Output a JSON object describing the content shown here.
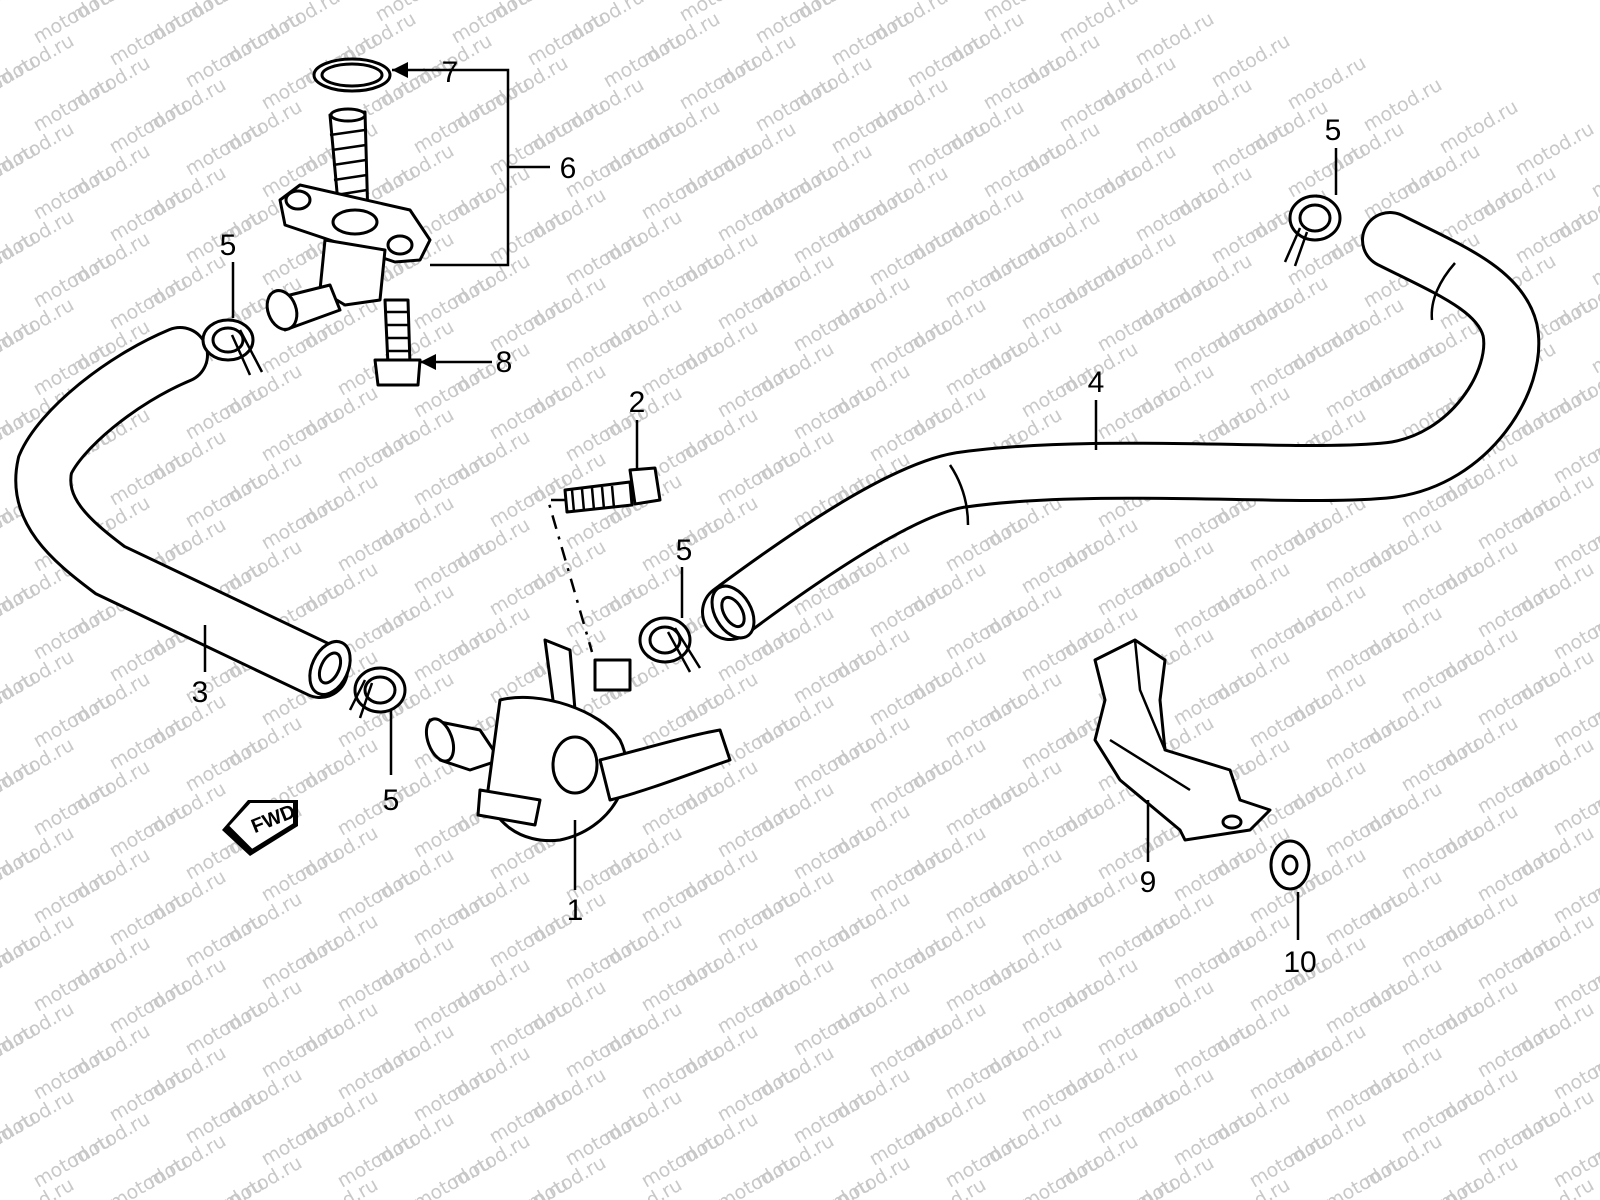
{
  "watermark": "motod.ru",
  "badge": {
    "label": "FWD"
  },
  "callouts": [
    {
      "id": "c1",
      "text": "1"
    },
    {
      "id": "c2",
      "text": "2"
    },
    {
      "id": "c3",
      "text": "3"
    },
    {
      "id": "c4",
      "text": "4"
    },
    {
      "id": "c5a",
      "text": "5"
    },
    {
      "id": "c5b",
      "text": "5"
    },
    {
      "id": "c5c",
      "text": "5"
    },
    {
      "id": "c5d",
      "text": "5"
    },
    {
      "id": "c6",
      "text": "6"
    },
    {
      "id": "c7",
      "text": "7"
    },
    {
      "id": "c8",
      "text": "8"
    },
    {
      "id": "c9",
      "text": "9"
    },
    {
      "id": "c10",
      "text": "10"
    }
  ]
}
